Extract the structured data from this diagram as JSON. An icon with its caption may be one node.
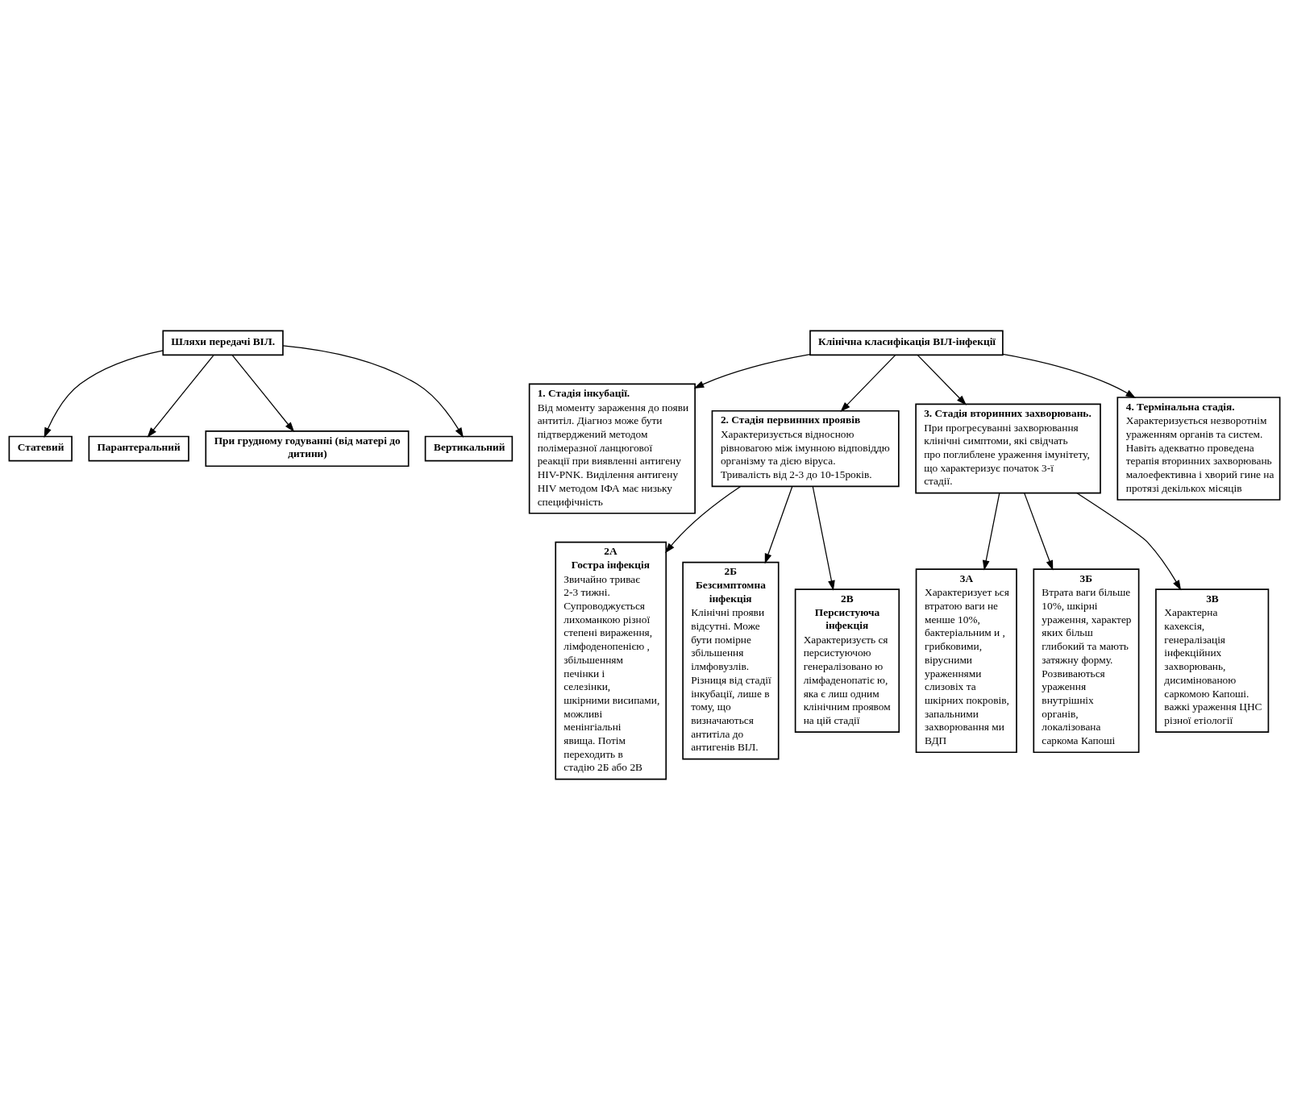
{
  "diagram": {
    "nodes": [
      {
        "text": [
          "Шляхи передачі ВІЛ."
        ]
      },
      {
        "text": [
          "Статевий"
        ]
      },
      {
        "text": [
          "Парантеральний"
        ]
      },
      {
        "text": [
          "При грудному годуванні (від матері до дитини)"
        ]
      },
      {
        "text": [
          "Вертикальний"
        ]
      },
      {
        "text": [
          "Клінічна класифікація ВІЛ-інфекції"
        ]
      },
      {
        "text": [
          "1. Стадія інкубації.",
          "Від моменту зараження до появи антитіл. Діагноз може бути підтверджений методом полімеразної ланцюгової реакції при виявленні антигену HIV-PNK. Виділення антигену HIV методом ІФА має низьку специфічність"
        ]
      },
      {
        "text": [
          "2. Стадія первинних проявів",
          "Характеризується відносною рівновагою між імунною відповіддю організму та дією віруса. Тривалість від 2-3 до 10-15років."
        ]
      },
      {
        "text": [
          "3. Стадія вторинних захворювань.",
          "При прогресуванні захворювання клінічні симптоми, які свідчать про поглиблене ураження імунітету, що характеризує початок 3-ї стадії."
        ]
      },
      {
        "text": [
          "4. Термінальна стадія.",
          "Характеризується незворотнім ураженням органів та систем. Навіть адекватно проведена терапія вторинних захворювань малоефективна і хворий гине на протязі декількох місяців"
        ]
      },
      {
        "text": [
          "2А",
          "Гостра інфекція",
          "Звичайно триває 2-3 тижні. Супроводжується лихоманкою різної степені вираження, лімфоденопенією , збільшенням печінки і селезінки, шкірними висипами, можливі менінгіальні явища. Потім переходить в стадію 2Б або 2В"
        ]
      },
      {
        "text": [
          "2Б",
          "Безсимптомна інфекція",
          "Клінічні прояви відсутні. Може бути помірне збільшення ілмфовузлів. Різниця від стадії інкубації, лише в тому, що визначаються антитіла до антигенів ВІЛ."
        ]
      },
      {
        "text": [
          "2В",
          "Персистуюча інфекція",
          "Характеризуєть ся персистуючою генералізовано ю лімфаденопатіє ю, яка є лиш одним клінічним проявом на цій стадії"
        ]
      },
      {
        "text": [
          "3А",
          "Характеризует ься втратою ваги не менше 10%, бактеріальним и , грибковими, вірусними ураженнями слизовіх та шкірних покровів, запальними захворювання ми ВДП"
        ]
      },
      {
        "text": [
          "3Б",
          "Втрата ваги більше 10%, шкірні ураження, характер яких більш глибокий та мають затяжну форму. Розвиваються ураження внутрішніх органів, локалізована саркома Капоші"
        ]
      },
      {
        "text": [
          "3В",
          "Характерна кахексія, генералізація інфекційних захворювань, дисимінованою саркомою Капоші. важкі ураження ЦНС різної етіології"
        ]
      }
    ],
    "edges": [
      {
        "from": 0,
        "to": 1,
        "arrow": "to"
      },
      {
        "from": 0,
        "to": 2,
        "arrow": "to"
      },
      {
        "from": 0,
        "to": 3,
        "arrow": "to"
      },
      {
        "from": 0,
        "to": 4,
        "arrow": "to"
      },
      {
        "from": 5,
        "to": 6,
        "arrow": "to"
      },
      {
        "from": 5,
        "to": 7,
        "arrow": "to"
      },
      {
        "from": 5,
        "to": 8,
        "arrow": "to"
      },
      {
        "from": 5,
        "to": 9,
        "arrow": "to"
      },
      {
        "from": 7,
        "to": 10,
        "arrow": "to"
      },
      {
        "from": 7,
        "to": 11,
        "arrow": "to"
      },
      {
        "from": 7,
        "to": 12,
        "arrow": "to"
      },
      {
        "from": 8,
        "to": 13,
        "arrow": "to"
      },
      {
        "from": 8,
        "to": 14,
        "arrow": "to"
      },
      {
        "from": 8,
        "to": 15,
        "arrow": "to"
      }
    ]
  }
}
